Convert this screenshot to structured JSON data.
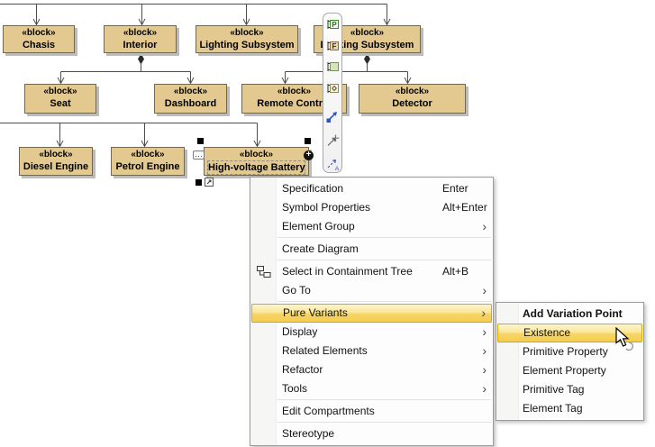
{
  "diagram": {
    "stereotype": "«block»",
    "blocks": [
      {
        "name": "Chasis"
      },
      {
        "name": "Interior"
      },
      {
        "name": "Lighting Subsystem"
      },
      {
        "name": "Locking Subsystem"
      },
      {
        "name": "Seat"
      },
      {
        "name": "Dashboard"
      },
      {
        "name": "Remote Control"
      },
      {
        "name": "Detector"
      },
      {
        "name": "Diesel Engine"
      },
      {
        "name": "Petrol Engine"
      },
      {
        "name": "High-voltage Battery",
        "selected": true
      }
    ]
  },
  "selection": {
    "dots": "…",
    "plus": "+"
  },
  "toolbar": {
    "icons": [
      {
        "name": "proxy-port",
        "letter": "P"
      },
      {
        "name": "full-port",
        "letter": "F"
      },
      {
        "name": "port",
        "letter": ""
      },
      {
        "name": "flow-port",
        "letter": ""
      },
      {
        "name": "connector",
        "letter": ""
      },
      {
        "name": "attach-connector",
        "letter": ""
      },
      {
        "name": "association",
        "letter": "A"
      }
    ]
  },
  "context_menu": {
    "submenu_arrow": "›",
    "items": [
      {
        "label": "Specification",
        "accel": "Enter"
      },
      {
        "label": "Symbol Properties",
        "accel": "Alt+Enter"
      },
      {
        "label": "Element Group"
      },
      {
        "label": "Create Diagram"
      },
      {
        "label": "Select in Containment Tree",
        "accel": "Alt+B"
      },
      {
        "label": "Go To"
      },
      {
        "label": "Pure Variants",
        "highlighted": true
      },
      {
        "label": "Display"
      },
      {
        "label": "Related Elements"
      },
      {
        "label": "Refactor"
      },
      {
        "label": "Tools"
      },
      {
        "label": "Edit Compartments"
      },
      {
        "label": "Stereotype"
      }
    ]
  },
  "submenu": {
    "items": [
      {
        "label": "Add Variation Point",
        "default_bold": true
      },
      {
        "label": "Existence",
        "highlighted": true
      },
      {
        "label": "Primitive Property"
      },
      {
        "label": "Element Property"
      },
      {
        "label": "Primitive Tag"
      },
      {
        "label": "Element Tag"
      }
    ]
  },
  "colors": {
    "block_fill": "#E3C98F",
    "block_border": "#6E6950",
    "block_shadow": "#BCBCBC",
    "connector_line": "#4D4D4D",
    "menu_highlight_top": "#FDF6D3",
    "menu_highlight_bottom": "#F4CD50",
    "menu_highlight_border": "#DFA506",
    "menu_border": "#9B9B9B"
  }
}
